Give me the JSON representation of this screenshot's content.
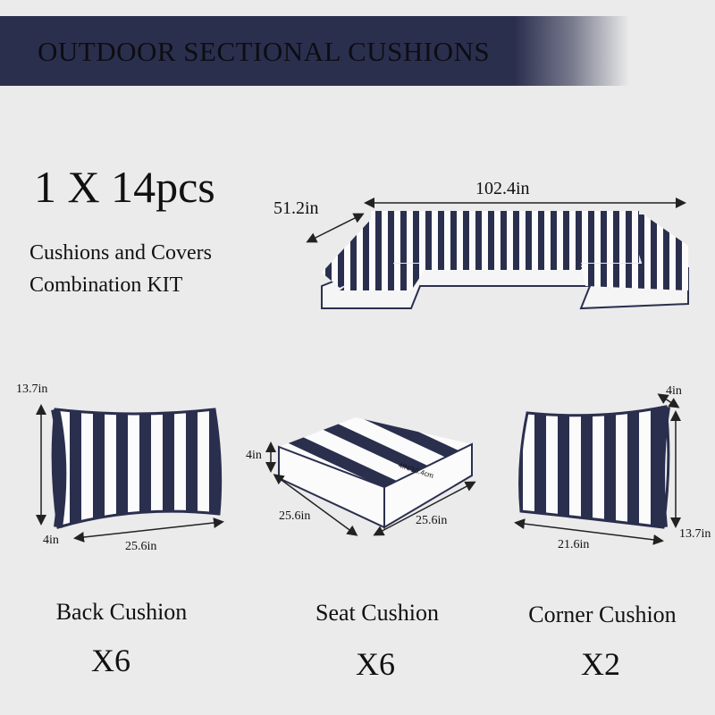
{
  "title": "OUTDOOR SECTIONAL CUSHIONS",
  "kit": {
    "count": "1 X 14pcs",
    "line1": "Cushions and Covers",
    "line2": "Combination KIT"
  },
  "sectional": {
    "width": "102.4in",
    "depth": "51.2in"
  },
  "back": {
    "height": "13.7in",
    "thickness": "4in",
    "width": "25.6in",
    "label": "Back Cushion",
    "qty": "X6"
  },
  "seat": {
    "height": "4in",
    "side1": "25.6in",
    "side2": "25.6in",
    "thickness_note": "4IN/10.4cm",
    "label": "Seat Cushion",
    "qty": "X6"
  },
  "corner": {
    "thickness": "4in",
    "width": "21.6in",
    "height": "13.7in",
    "label": "Corner Cushion",
    "qty": "X2"
  },
  "colors": {
    "navy": "#2b2f4e",
    "background": "#ebebeb"
  }
}
